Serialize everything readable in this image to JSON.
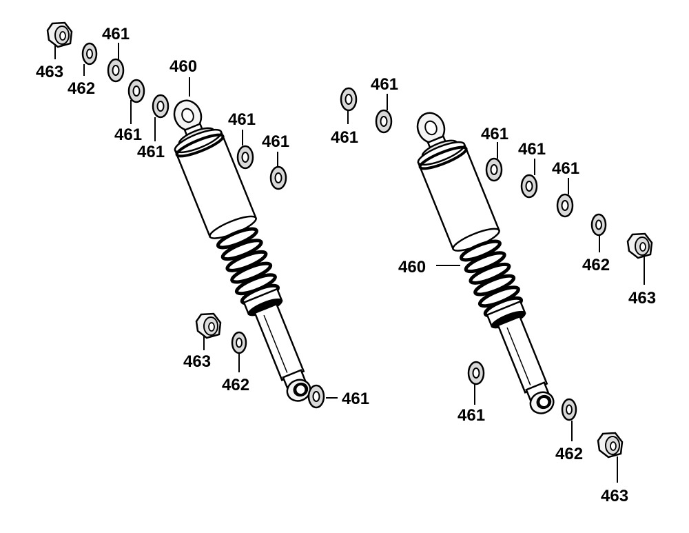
{
  "diagram": {
    "labels": {
      "shock": "460",
      "washer": "461",
      "thin_washer": "462",
      "nut": "463"
    }
  }
}
